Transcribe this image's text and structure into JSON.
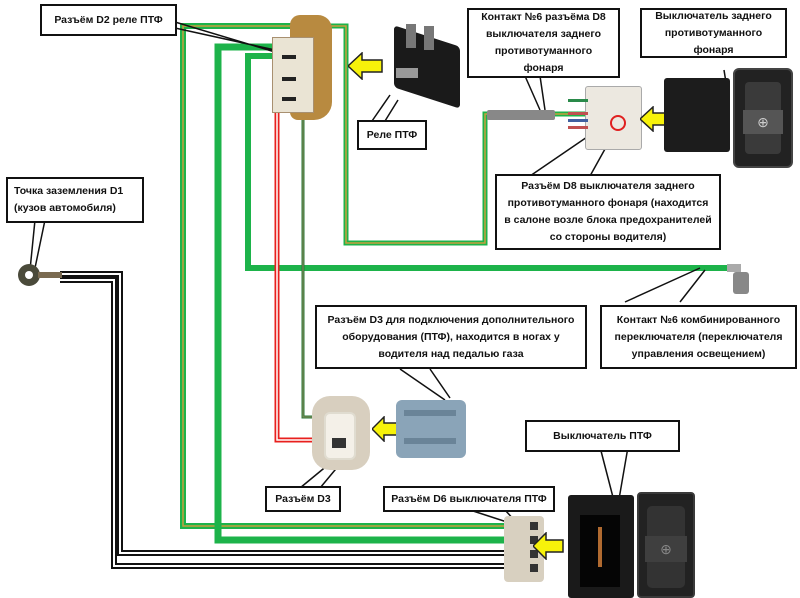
{
  "diagram": {
    "title": "Схема подключения ПТФ",
    "colors": {
      "wire_green": "#1db34a",
      "wire_green_yellow_stripe": "#c8a040",
      "wire_red": "#e8201e",
      "wire_black": "#111111",
      "arrow_yellow": "#f7f20a",
      "connector_beige": "#e8dfcc",
      "relay_black": "#1a1a1a",
      "connector_blue": "#8aa4b8"
    },
    "callouts": {
      "relay_connector_d2": "Разъём D2 реле ПТФ",
      "relay": "Реле ПТФ",
      "contact6_d8": "Контакт №6 разъёма D8 выключателя заднего противотуманного фонаря",
      "rear_fog_switch": "Выключатель заднего противотуманного фонаря",
      "connector_d8": "Разъём D8 выключателя заднего противотуманного фонаря (находится в салоне возле блока предохранителей со стороны водителя)",
      "ground_d1": "Точка заземления D1 (кузов автомобиля)",
      "connector_d3_info": "Разъём D3 для подключения дополнительного оборудования (ПТФ), находится в ногах у водителя над педалью газа",
      "contact6_combo_switch": "Контакт №6 комбинированного переключателя (переключателя управления освещением)",
      "fog_switch": "Выключатель ПТФ",
      "connector_d3": "Разъём D3",
      "connector_d6": "Разъём D6 выключателя ПТФ"
    },
    "icons": {
      "connection_arrow": "yellow-left-arrow",
      "fog_light_symbol": "fog-light-icon",
      "ground_ring": "ring-terminal-icon"
    }
  }
}
